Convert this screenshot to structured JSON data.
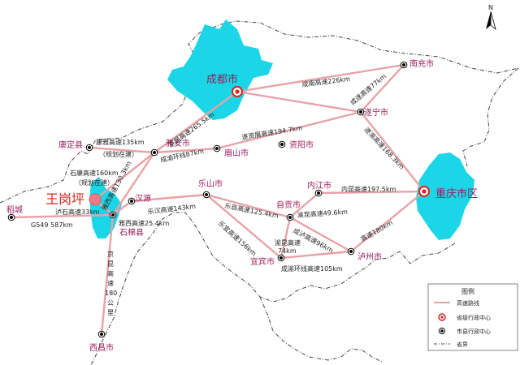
{
  "colors": {
    "highway": "#e8a2a6",
    "region_fill": "#1ad6e6",
    "province_border": "#444444",
    "city_label": "#9b1c5e",
    "main_label": "#d7261e"
  },
  "compass": {
    "label": "N"
  },
  "cities": {
    "chengdu": "成都市",
    "chongqing": "重庆市区",
    "nanchong": "南充市",
    "suining": "遂宁市",
    "kangding": "康定县",
    "yaan": "雅安市",
    "meishan": "眉山市",
    "ziyang": "资阳市",
    "leshan": "乐山市",
    "neijiang": "内江市",
    "zigong": "自贡市",
    "hanyuan": "汉源",
    "wanggangping": "王岗坪",
    "shimian": "石棉县",
    "daocheng": "稻城",
    "yibin": "宜宾市",
    "luzhou": "泸州市",
    "xichang": "西昌市"
  },
  "roads": {
    "chengnan": "成南高速226km",
    "chengsui": "成遂高速77km",
    "suiyu": "遂渝高速168.3km",
    "jingkun": "京昆高速265.5km",
    "chengyu_ring_87": "成渝环线87km",
    "suizimei": "遂资眉高速194.7km",
    "kangya": "康雅高速135km",
    "kangya_note": "（规划在建）",
    "shikang": "石康高速160km",
    "shikang_note": "（规划在建）",
    "yaxi": "雅西高速130.3km",
    "lushi": "泸石高速33km",
    "g549": "G549    587km",
    "yashi": "雅西高速25.4km",
    "lehan": "乐汉高速143km",
    "lezi": "乐自高速125.4km",
    "neikun": "内昆高速197.5km",
    "yukun": "渝昆高速49.6km",
    "chenglu": "成泸高速96km",
    "leyi": "乐宜高速156km",
    "yukun_74": "渝昆高速",
    "yukun_74_km": "74km",
    "yuluhigh": "高速180km",
    "chengyu_ring_105": "成渝环线高速105km",
    "jingkun_south_1": "京",
    "jingkun_south_2": "昆",
    "jingkun_south_3": "高",
    "jingkun_south_4": "速",
    "jingkun_south_5": "180",
    "jingkun_south_6": "公",
    "jingkun_south_7": "里"
  },
  "legend": {
    "title": "图例",
    "items": [
      {
        "icon": "highway-line",
        "label": "高速路线"
      },
      {
        "icon": "provincial-capital-marker",
        "label": "省级行政中心"
      },
      {
        "icon": "city-county-marker",
        "label": "市县行政中心"
      },
      {
        "icon": "province-border-line",
        "label": "省界"
      }
    ]
  }
}
